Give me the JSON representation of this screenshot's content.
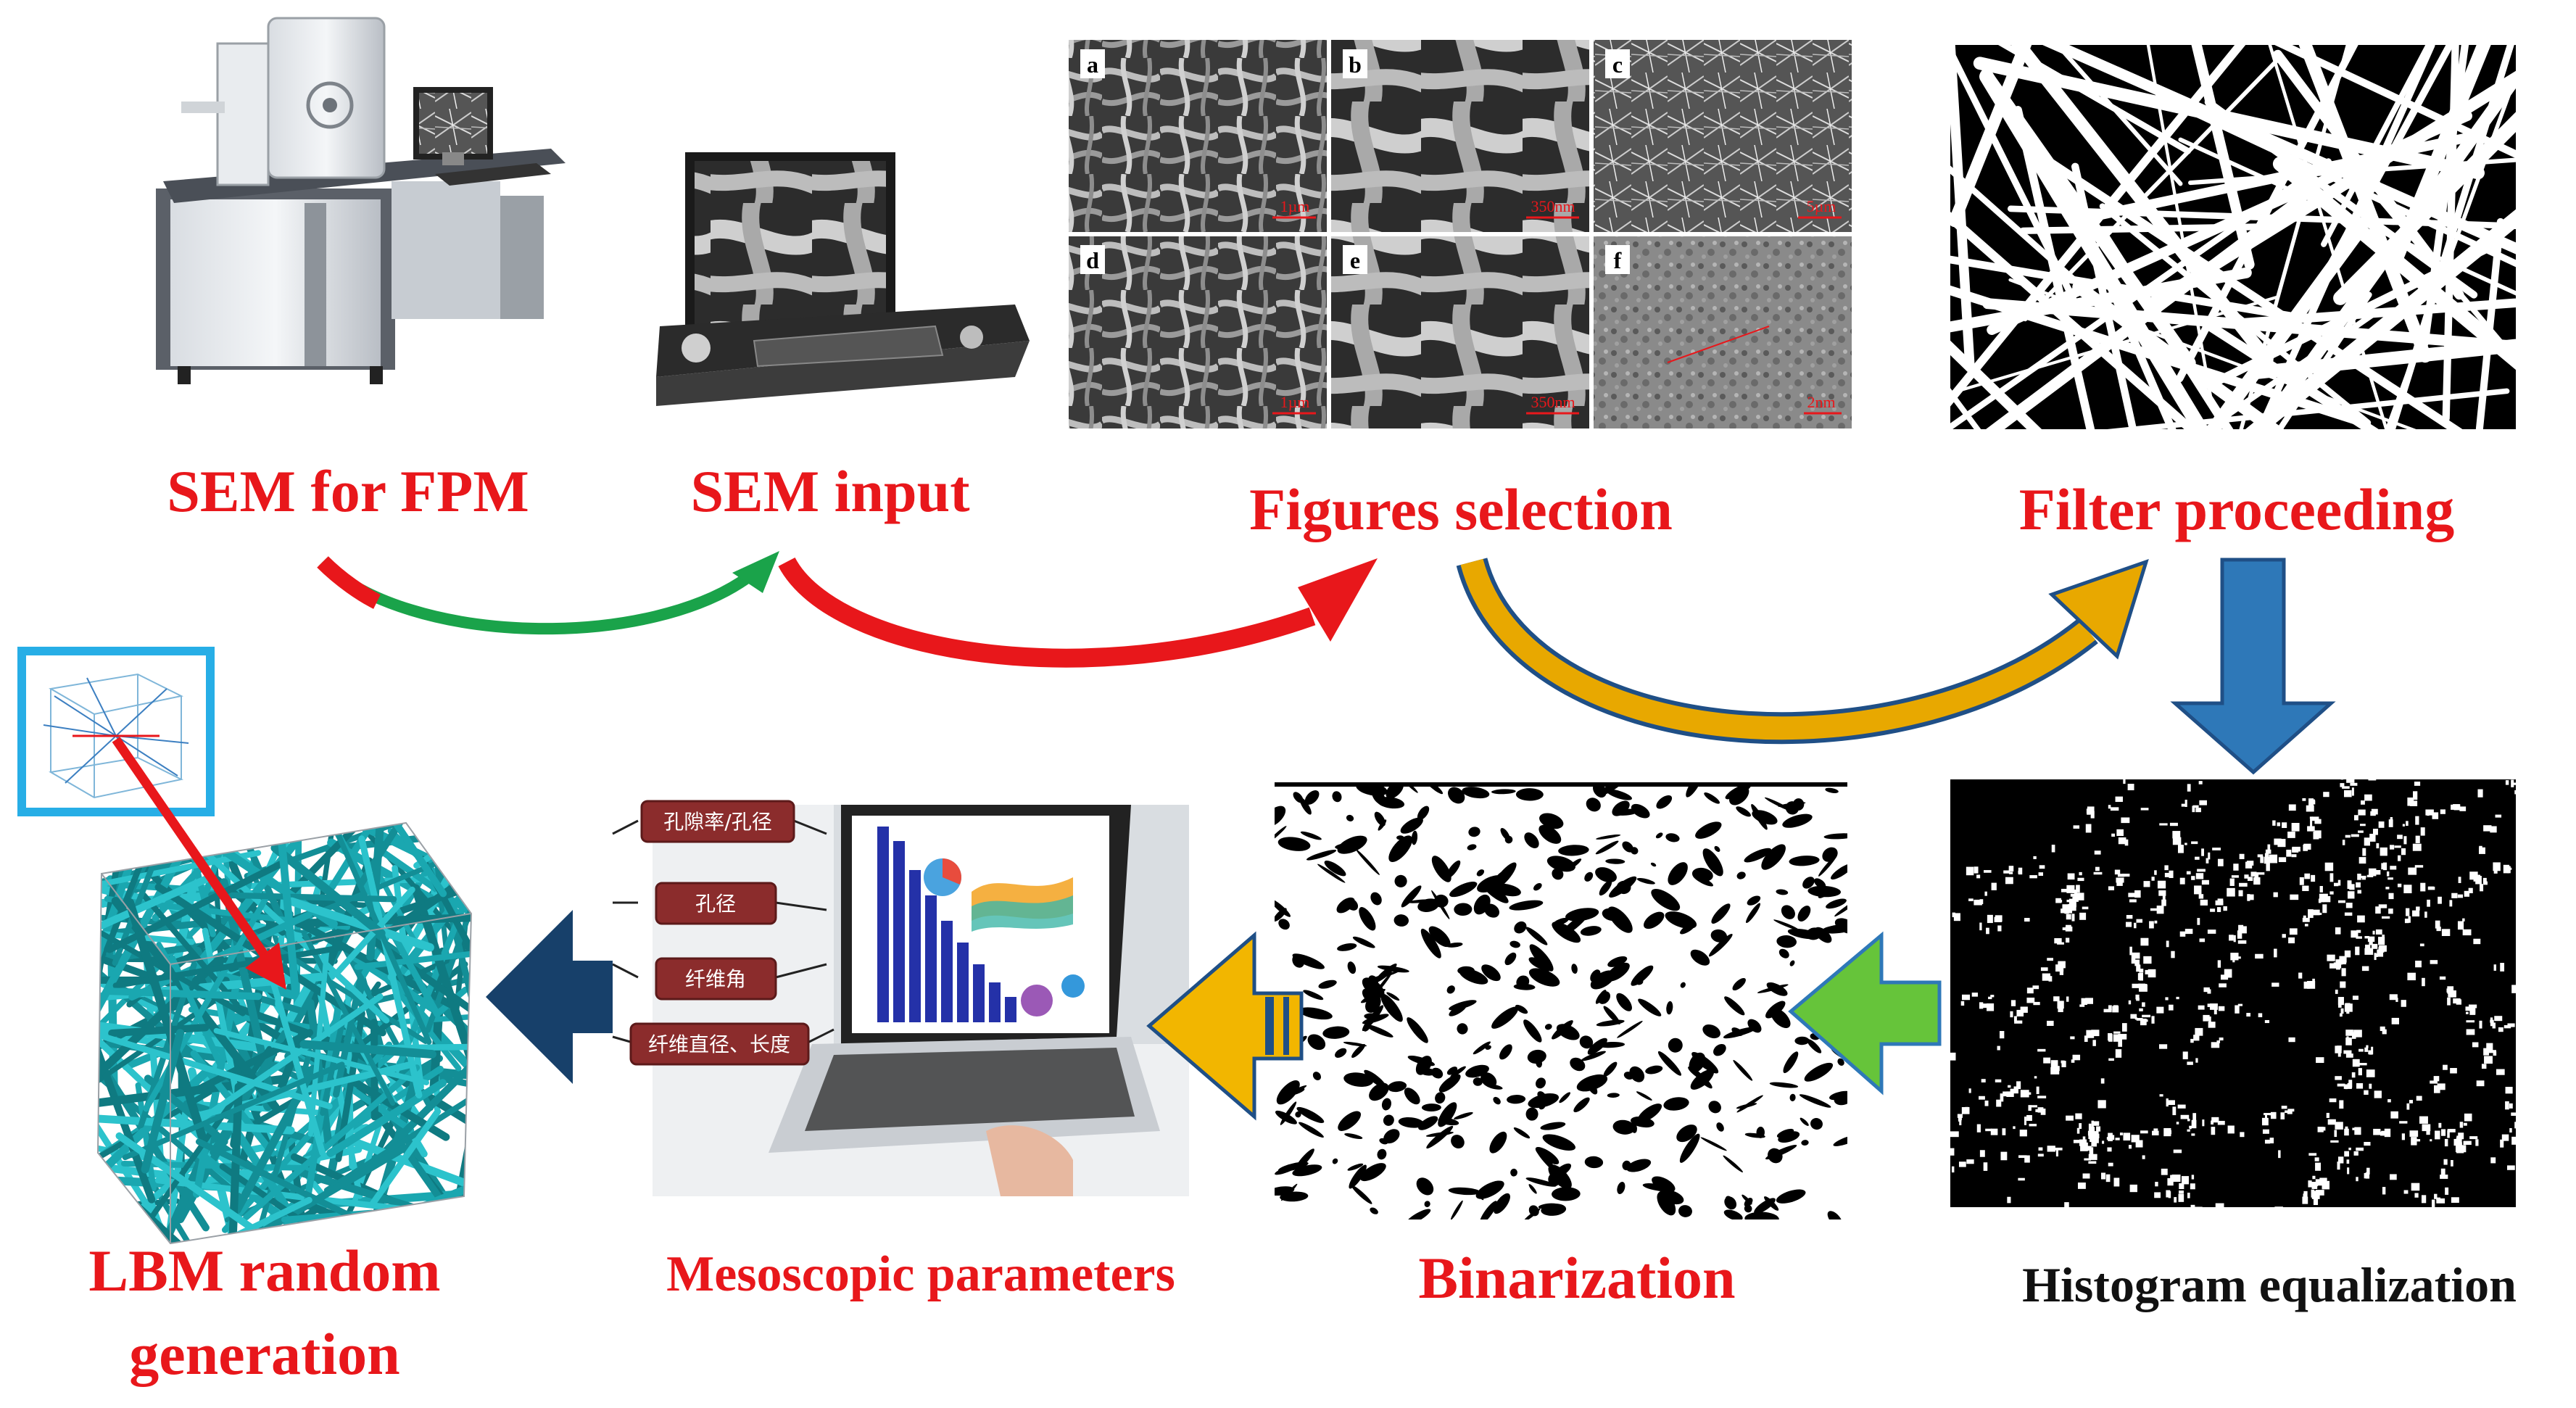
{
  "stages": {
    "sem_for_fpm": "SEM for FPM",
    "sem_input": "SEM input",
    "figures_selection": "Figures selection",
    "filter_proceeding": "Filter proceeding",
    "histogram_equalization": "Histogram equalization",
    "binarization": "Binarization",
    "mesoscopic_parameters": "Mesoscopic parameters",
    "lbm_line1": "LBM random",
    "lbm_line2": "generation"
  },
  "sem_panels": [
    {
      "letter": "a",
      "scale": "1µm"
    },
    {
      "letter": "b",
      "scale": "350nm"
    },
    {
      "letter": "c",
      "scale": "5µm"
    },
    {
      "letter": "d",
      "scale": "1µm"
    },
    {
      "letter": "e",
      "scale": "350nm"
    },
    {
      "letter": "f",
      "scale": "2nm"
    }
  ],
  "mesoscopic_boxes": [
    "孔隙率/孔径",
    "孔径",
    "纤维角",
    "纤维直径、长度"
  ],
  "colors": {
    "label_red": "#e8171b",
    "label_black": "#111111",
    "arrow_red": "#e8171b",
    "arrow_green": "#1aa34a",
    "arrow_gold": "#e8a800",
    "arrow_blue": "#2e78b8",
    "arrow_navy": "#17406a",
    "arrow_lime": "#66c43a",
    "box_brown": "#8b2c2c",
    "fiber_teal": "#1aa7b0",
    "inset_border": "#27aee6"
  }
}
